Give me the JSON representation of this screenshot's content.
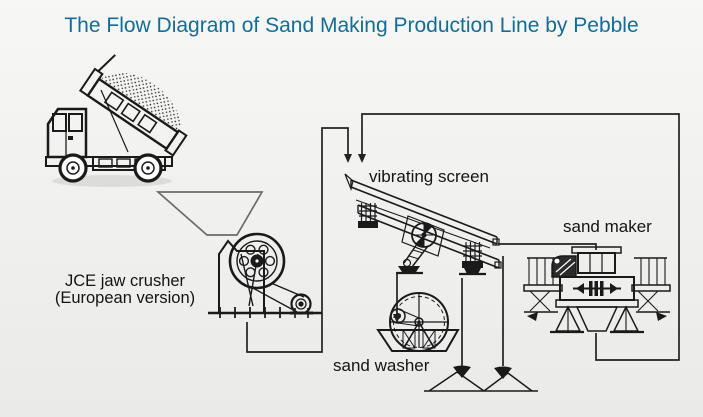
{
  "title": {
    "text": "The Flow Diagram of Sand Making Production Line by Pebble"
  },
  "labels": {
    "jaw_crusher": {
      "line1": "JCE jaw crusher",
      "line2": "(European version)"
    },
    "vibrating_screen": "vibrating screen",
    "sand_maker": "sand maker",
    "sand_washer": "sand washer"
  },
  "components": [
    {
      "id": "dump-truck",
      "label": ""
    },
    {
      "id": "feed-hopper",
      "label": ""
    },
    {
      "id": "jaw-crusher",
      "label": "JCE jaw crusher (European version)"
    },
    {
      "id": "vibrating-screen",
      "label": "vibrating screen"
    },
    {
      "id": "sand-maker",
      "label": "sand maker"
    },
    {
      "id": "sand-washer",
      "label": "sand washer"
    },
    {
      "id": "sand-piles",
      "label": ""
    }
  ],
  "flows": [
    {
      "from": "jaw-crusher",
      "to": "vibrating-screen",
      "arrow": true
    },
    {
      "from": "sand-maker",
      "to": "vibrating-screen",
      "arrow": true
    },
    {
      "from": "vibrating-screen",
      "to": "sand-maker",
      "arrow": false
    },
    {
      "from": "vibrating-screen",
      "to": "sand-washer",
      "arrow": true
    },
    {
      "from": "sand-washer",
      "to": "sand-pile-left",
      "arrow": true
    },
    {
      "from": "vibrating-screen",
      "to": "sand-pile-right",
      "arrow": true
    }
  ],
  "colors": {
    "title": "#136d96",
    "line_art": "#1a1a1a",
    "background": "#f1f1f0"
  }
}
